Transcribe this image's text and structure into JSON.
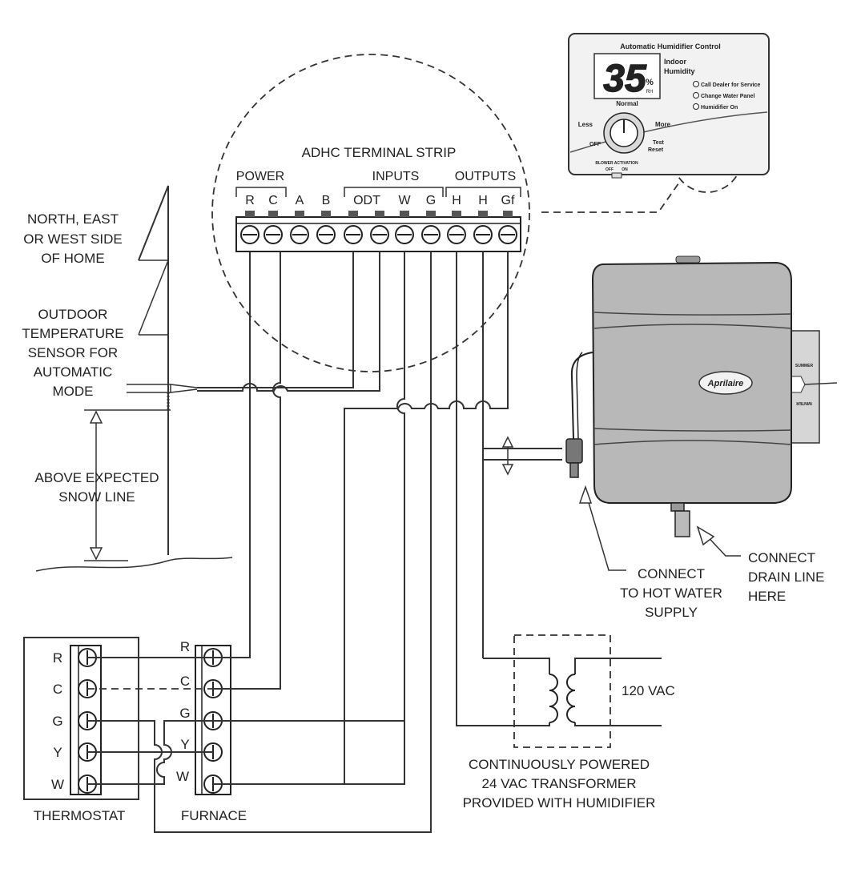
{
  "terminal_strip": {
    "title": "ADHC TERMINAL STRIP",
    "group_power": "POWER",
    "group_inputs": "INPUTS",
    "group_outputs": "OUTPUTS",
    "terminals": [
      "R",
      "C",
      "A",
      "B",
      "ODT",
      "W",
      "G",
      "H",
      "H",
      "Gf"
    ]
  },
  "control_panel": {
    "title": "Automatic Humidifier Control",
    "display_value": "35",
    "display_unit": "%",
    "display_unit_sub": "RH",
    "indoor_label": "Indoor",
    "humidity_label": "Humidity",
    "indicators": [
      "Call Dealer for Service",
      "Change Water Panel",
      "Humidifier On"
    ],
    "dial_normal": "Normal",
    "dial_less": "Less",
    "dial_more": "More",
    "dial_off": "OFF",
    "test_label": "Test",
    "reset_label": "Reset",
    "blower_activation": "BLOWER ACTIVATION",
    "blower_off": "OFF",
    "blower_on": "ON"
  },
  "sensor": {
    "side_line1": "NORTH, EAST",
    "side_line2": "OR WEST SIDE",
    "side_line3": "OF HOME",
    "sensor_line1": "OUTDOOR",
    "sensor_line2": "TEMPERATURE",
    "sensor_line3": "SENSOR FOR",
    "sensor_line4": "AUTOMATIC",
    "sensor_line5": "MODE",
    "snow_line1": "ABOVE EXPECTED",
    "snow_line2": "SNOW LINE"
  },
  "humidifier": {
    "brand": "Aprilaire",
    "summer_label": "SUMMER",
    "winter_label": "WINTER",
    "hot_water_line1": "CONNECT",
    "hot_water_line2": "TO HOT WATER",
    "hot_water_line3": "SUPPLY",
    "drain_line1": "CONNECT",
    "drain_line2": "DRAIN LINE",
    "drain_line3": "HERE"
  },
  "transformer": {
    "voltage_label": "120 VAC",
    "caption_line1": "CONTINUOUSLY POWERED",
    "caption_line2": "24 VAC TRANSFORMER",
    "caption_line3": "PROVIDED WITH HUMIDIFIER"
  },
  "thermostat": {
    "label": "THERMOSTAT",
    "terminals": [
      "R",
      "C",
      "G",
      "Y",
      "W"
    ]
  },
  "furnace": {
    "label": "FURNACE",
    "terminals": [
      "R",
      "C",
      "G",
      "Y",
      "W"
    ]
  }
}
